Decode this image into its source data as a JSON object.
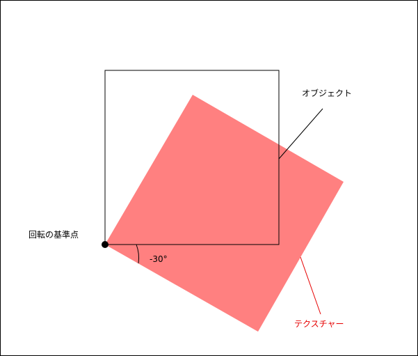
{
  "labels": {
    "object": "オブジェクト",
    "pivot": "回転の基準点",
    "angle": "-30°",
    "texture": "テクスチャー"
  },
  "colors": {
    "texture_fill": "#ff8080",
    "texture_label": "#e60000",
    "texture_leader": "#e60000",
    "object_stroke": "#000000",
    "pivot_point": "#000000"
  },
  "rotation_degrees": -30
}
